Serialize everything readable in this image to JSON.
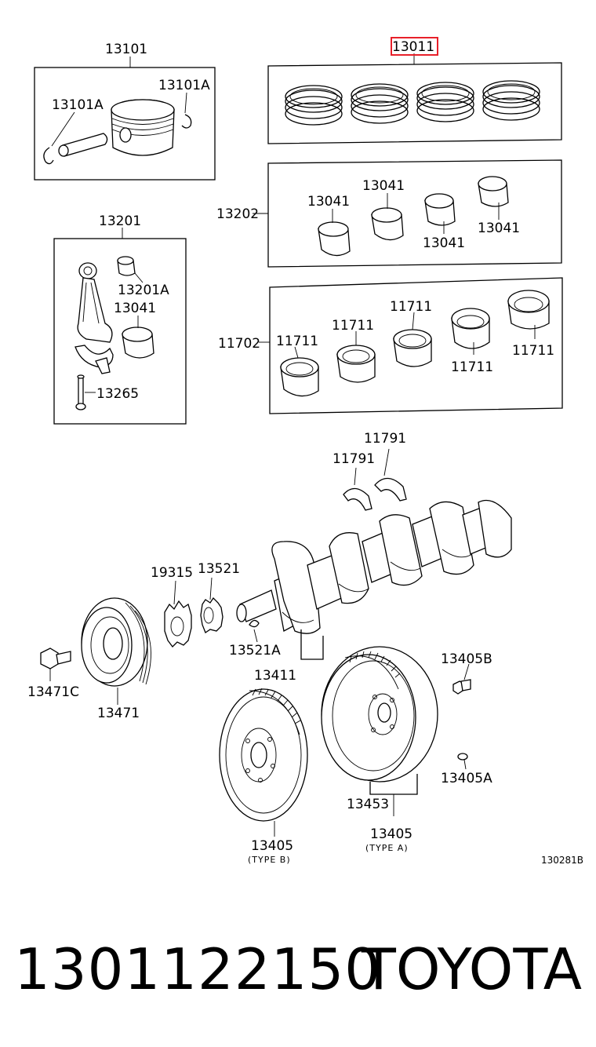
{
  "highlight_color": "#e8202a",
  "labels": {
    "p13101": "13101",
    "p13101a_right": "13101A",
    "p13101a_left": "13101A",
    "p13011": "13011",
    "p13202": "13202",
    "p13041_a": "13041",
    "p13041_b": "13041",
    "p13041_c": "13041",
    "p13041_d": "13041",
    "p13201": "13201",
    "p13201a": "13201A",
    "p13041_rod": "13041",
    "p13265": "13265",
    "p11702": "11702",
    "p11711_a": "11711",
    "p11711_b": "11711",
    "p11711_c": "11711",
    "p11711_d": "11711",
    "p11711_e": "11711",
    "p11791_a": "11791",
    "p11791_b": "11791",
    "p19315": "19315",
    "p13521": "13521",
    "p13521a": "13521A",
    "p13411": "13411",
    "p13471c": "13471C",
    "p13471": "13471",
    "p13405b": "13405B",
    "p13405a": "13405A",
    "p13453": "13453",
    "p13405_type_a": "13405",
    "type_a": "(TYPE A)",
    "p13405_type_b": "13405",
    "type_b": "(TYPE B)",
    "ref_code": "130281B"
  },
  "footer": {
    "part_number": "1301122150",
    "brand": "TOYOTA"
  }
}
